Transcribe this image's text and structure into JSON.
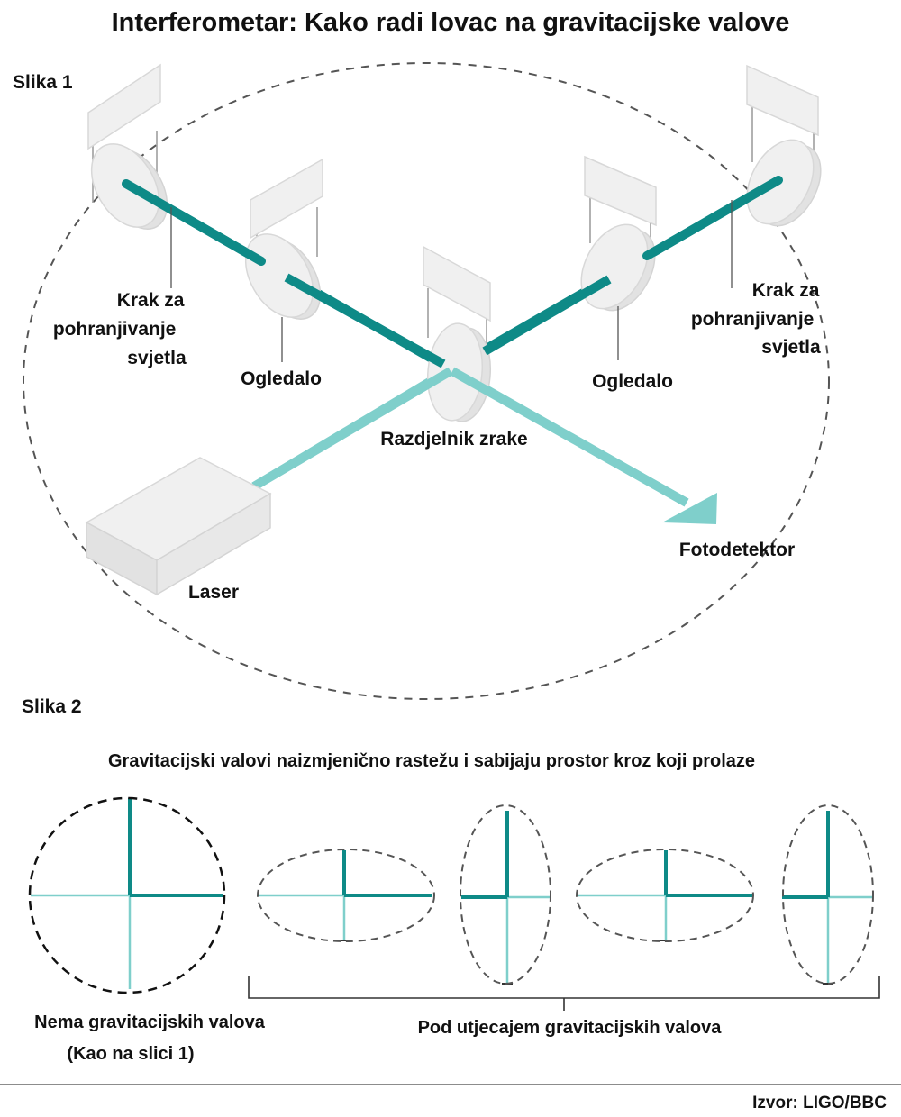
{
  "title": "Interferometar: Kako radi lovac na gravitacijske valove",
  "figure1": {
    "label": "Slika 1",
    "labels": {
      "arm_left": [
        "Krak za",
        "pohranjivanje",
        "svjetla"
      ],
      "arm_right": [
        "Krak za",
        "pohranjivanje",
        "svjetla"
      ],
      "mirror_left": "Ogledalo",
      "mirror_right": "Ogledalo",
      "beam_splitter": "Razdjelnik zrake",
      "laser": "Laser",
      "photodetector": "Fotodetektor"
    }
  },
  "figure2": {
    "label": "Slika 2",
    "subtitle": "Gravitacijski valovi naizmjenično rastežu i sabijaju prostor kroz koji prolaze",
    "no_waves_label": "Nema gravitacijskih valova",
    "no_waves_sublabel": "(Kao na slici 1)",
    "with_waves_label": "Pod utjecajem gravitacijskih valova"
  },
  "source": "Izvor: LIGO/BBC",
  "colors": {
    "beam_dark": "#0e8a87",
    "beam_light": "#7fcfcb",
    "device": "#f0f0f0",
    "outline": "#555555"
  }
}
